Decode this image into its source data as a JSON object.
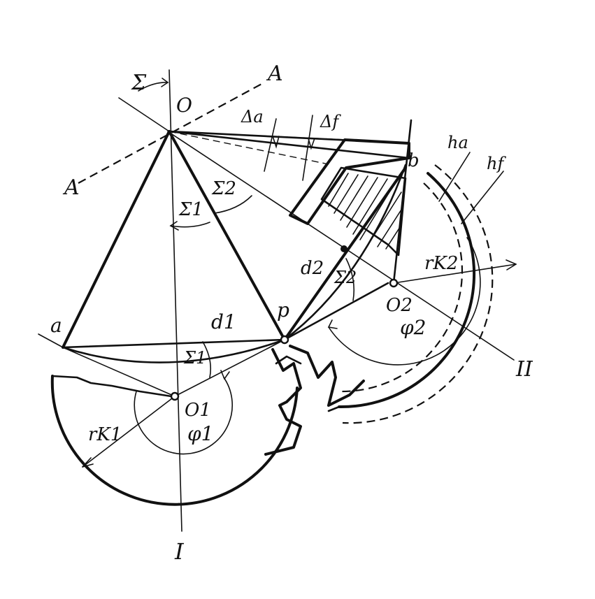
{
  "figure": {
    "labels": {
      "sigma": "Σ",
      "O": "O",
      "A_top": "A",
      "A_left": "A",
      "delta_a": "Δa",
      "delta_f": "Δf",
      "b": "b",
      "h_a": "ha",
      "h_f": "hf",
      "sigma2_upper": "Σ2",
      "sigma1_upper": "Σ1",
      "d2": "d2",
      "sigma2_lower": "Σ2",
      "r_k2": "rK2",
      "O2": "O2",
      "phi2": "φ2",
      "II": "II",
      "a": "a",
      "d1": "d1",
      "p": "p",
      "sigma1_lower": "Σ1",
      "O1": "O1",
      "r_k1": "rK1",
      "phi1": "φ1",
      "I": "I"
    }
  }
}
